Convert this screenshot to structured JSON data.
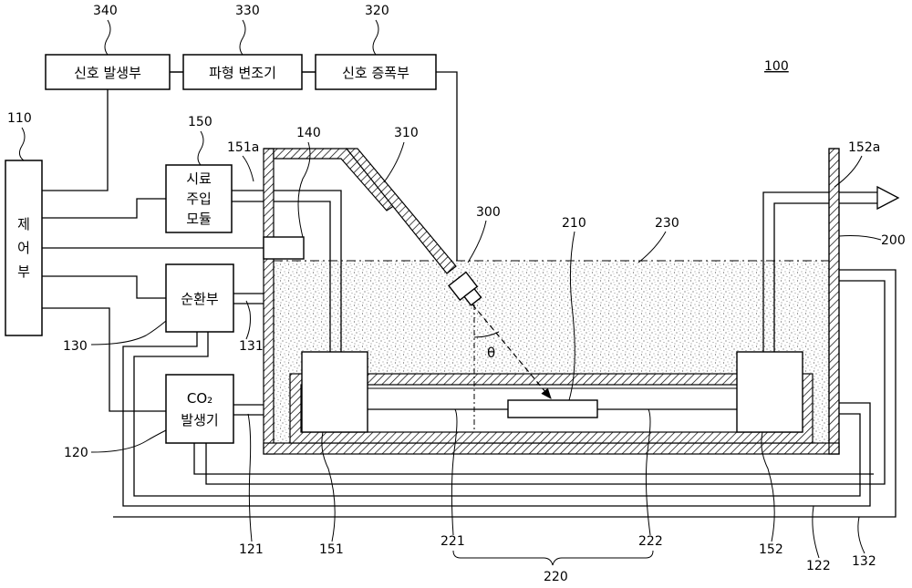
{
  "figure_number": "100",
  "blocks": {
    "signal_generator": "신호 발생부",
    "waveform_modulator": "파형 변조기",
    "signal_amplifier": "신호 증폭부",
    "controller": [
      "제",
      "어",
      "부"
    ],
    "sample_injection": [
      "시료",
      "주입",
      "모듈"
    ],
    "circulation": "순환부",
    "co2_generator": [
      "CO₂",
      "발생기"
    ]
  },
  "refs": {
    "r340": "340",
    "r330": "330",
    "r320": "320",
    "r110": "110",
    "r150": "150",
    "r151a": "151a",
    "r140": "140",
    "r310": "310",
    "r300": "300",
    "r210": "210",
    "r230": "230",
    "r152a": "152a",
    "r200": "200",
    "r130": "130",
    "r131": "131",
    "r120": "120",
    "r121": "121",
    "r151": "151",
    "r221": "221",
    "r222": "222",
    "r152": "152",
    "r122": "122",
    "r132": "132",
    "r220": "220"
  },
  "angle_symbol": "θ"
}
